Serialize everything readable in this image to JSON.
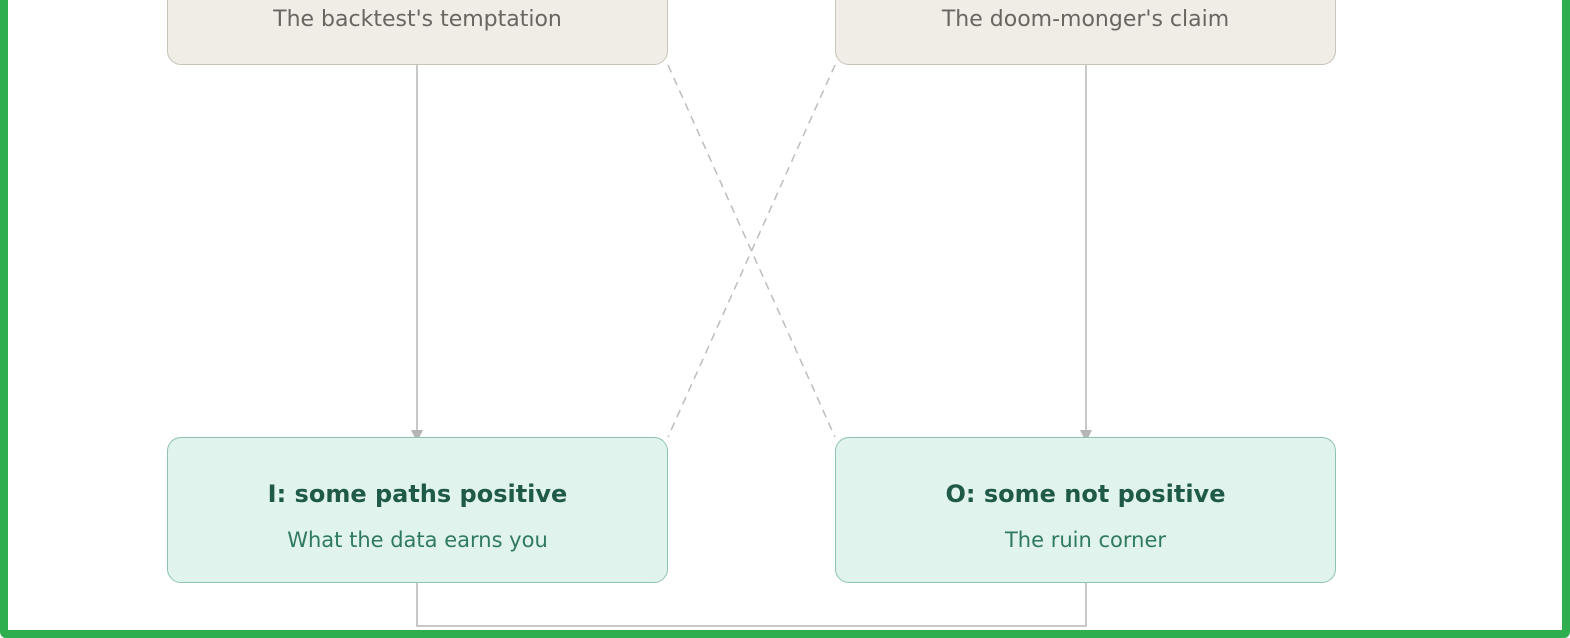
{
  "nodes": {
    "top_left": {
      "subtitle": "The backtest's temptation"
    },
    "top_right": {
      "subtitle": "The doom-monger's claim"
    },
    "bottom_left": {
      "title": "I: some paths positive",
      "subtitle": "What the data earns you"
    },
    "bottom_right": {
      "title": "O: some not positive",
      "subtitle": "The ruin corner"
    }
  },
  "colors": {
    "frame": "#2fae4f",
    "top_fill": "#f0ede7",
    "top_border": "#c9c3b9",
    "bottom_fill": "#e0f3ec",
    "bottom_border": "#8ec4ad",
    "title_text": "#1f5a48",
    "line": "#b5b5b5"
  }
}
